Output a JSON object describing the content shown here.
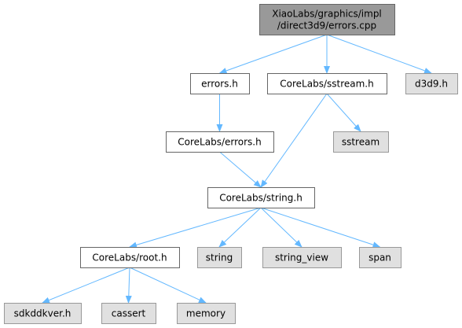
{
  "diagram": {
    "colors": {
      "root_fill": "#999999",
      "root_border": "#666666",
      "local_fill": "#ffffff",
      "local_border": "#666666",
      "system_fill": "#e0e0e0",
      "system_border": "#999999",
      "edge": "#63b8ff"
    },
    "nodes": [
      {
        "id": "root",
        "kind": "root",
        "lines": [
          "XiaoLabs/graphics/impl",
          "/direct3d9/errors.cpp"
        ]
      },
      {
        "id": "errors_h",
        "kind": "local",
        "lines": [
          "errors.h"
        ]
      },
      {
        "id": "corelabs_sstream_h",
        "kind": "local",
        "lines": [
          "CoreLabs/sstream.h"
        ]
      },
      {
        "id": "d3d9_h",
        "kind": "system",
        "lines": [
          "d3d9.h"
        ]
      },
      {
        "id": "corelabs_errors_h",
        "kind": "local",
        "lines": [
          "CoreLabs/errors.h"
        ]
      },
      {
        "id": "sstream",
        "kind": "system",
        "lines": [
          "sstream"
        ]
      },
      {
        "id": "corelabs_string_h",
        "kind": "local",
        "lines": [
          "CoreLabs/string.h"
        ]
      },
      {
        "id": "corelabs_root_h",
        "kind": "local",
        "lines": [
          "CoreLabs/root.h"
        ]
      },
      {
        "id": "string",
        "kind": "system",
        "lines": [
          "string"
        ]
      },
      {
        "id": "string_view",
        "kind": "system",
        "lines": [
          "string_view"
        ]
      },
      {
        "id": "span",
        "kind": "system",
        "lines": [
          "span"
        ]
      },
      {
        "id": "sdkddkver_h",
        "kind": "system",
        "lines": [
          "sdkddkver.h"
        ]
      },
      {
        "id": "cassert",
        "kind": "system",
        "lines": [
          "cassert"
        ]
      },
      {
        "id": "memory",
        "kind": "system",
        "lines": [
          "memory"
        ]
      }
    ],
    "edges": [
      {
        "from": "root",
        "to": "errors_h"
      },
      {
        "from": "root",
        "to": "corelabs_sstream_h"
      },
      {
        "from": "root",
        "to": "d3d9_h"
      },
      {
        "from": "errors_h",
        "to": "corelabs_errors_h"
      },
      {
        "from": "corelabs_errors_h",
        "to": "corelabs_string_h"
      },
      {
        "from": "corelabs_sstream_h",
        "to": "corelabs_string_h"
      },
      {
        "from": "corelabs_sstream_h",
        "to": "sstream"
      },
      {
        "from": "corelabs_string_h",
        "to": "corelabs_root_h"
      },
      {
        "from": "corelabs_string_h",
        "to": "string"
      },
      {
        "from": "corelabs_string_h",
        "to": "string_view"
      },
      {
        "from": "corelabs_string_h",
        "to": "span"
      },
      {
        "from": "corelabs_root_h",
        "to": "sdkddkver_h"
      },
      {
        "from": "corelabs_root_h",
        "to": "cassert"
      },
      {
        "from": "corelabs_root_h",
        "to": "memory"
      }
    ]
  }
}
